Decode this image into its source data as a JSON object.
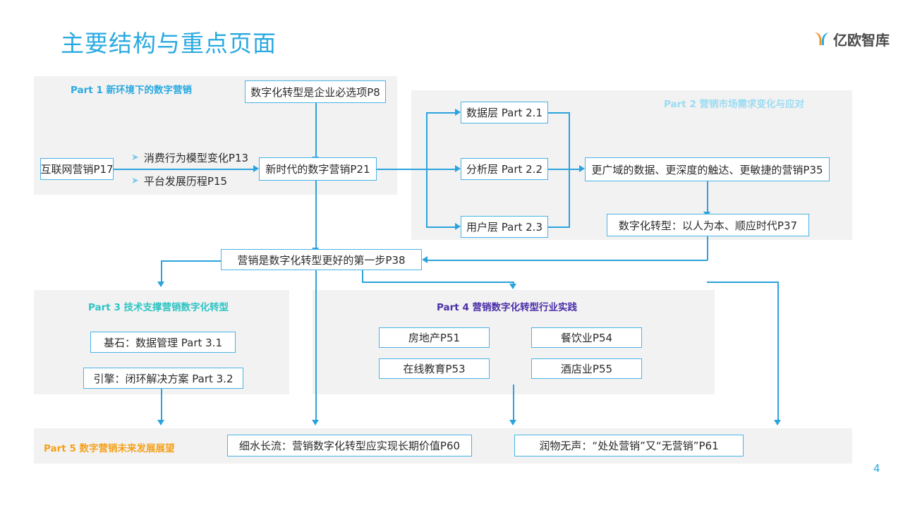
{
  "header": {
    "title": "主要结构与重点页面",
    "logo_text": "亿欧智库",
    "logo_icon": "yiou-leaf-logo-icon",
    "page_number": "4"
  },
  "colors": {
    "title_blue": "#2aaae1",
    "line_blue": "#2ba3dc",
    "box_border": "#4ab4e6",
    "panel_gray": "#f2f2f2",
    "part1_title": "#2aaae1",
    "part2_title": "#9bdcf2",
    "part3_title": "#2ec4c4",
    "part4_title": "#4b2fa8",
    "part5_title": "#f5a11a"
  },
  "panels": {
    "part1": {
      "title": "Part 1 新环境下的数字营销"
    },
    "part2": {
      "title": "Part 2 营销市场需求变化与应对"
    },
    "part3": {
      "title": "Part 3 技术支撑营销数字化转型"
    },
    "part4": {
      "title": "Part 4 营销数字化转型行业实践"
    },
    "part5": {
      "title": "Part 5 数字营销未来发展展望"
    }
  },
  "nodes": {
    "internet_marketing": "互联网营销P17",
    "digital_transform_must": "数字化转型是企业必选项P8",
    "new_era_marketing": "新时代的数字营销P21",
    "data_layer": "数据层 Part 2.1",
    "analysis_layer": "分析层 Part 2.2",
    "user_layer": "用户层 Part 2.3",
    "wider_data": "更广域的数据、更深度的触达、更敏捷的营销P35",
    "people_oriented": "数字化转型：以人为本、顺应时代P37",
    "first_step": "营销是数字化转型更好的第一步P38",
    "data_management": "基石：数据管理 Part 3.1",
    "closed_loop": "引擎：闭环解决方案 Part 3.2",
    "real_estate": "房地产P51",
    "online_education": "在线教育P53",
    "catering": "餐饮业P54",
    "hotel": "酒店业P55",
    "long_term_value": "细水长流：营销数字化转型应实现长期价值P60",
    "silent_marketing": "润物无声：“处处营销”又“无营销”P61"
  },
  "bullets": {
    "consumer_behavior": "消费行为模型变化P13",
    "platform_history": "平台发展历程P15",
    "chevron_icon": "chevron-right-bullet-icon"
  }
}
